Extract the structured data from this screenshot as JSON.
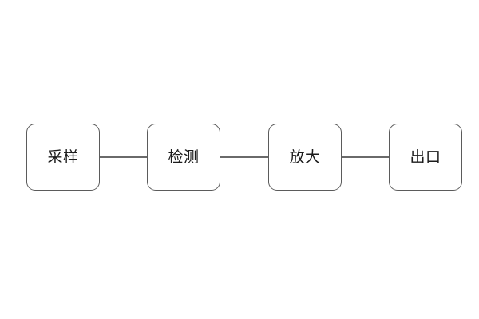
{
  "diagram": {
    "title": "",
    "background_color": "#ffffff",
    "node_border_color": "#5b5b5b",
    "node_fill_color": "#ffffff",
    "node_text_color": "#1c1c1c",
    "connector_color": "#6a6a6a",
    "orientation": "horizontal-left-to-right",
    "nodes": [
      {
        "id": "node-1",
        "label": "采样",
        "shape": "rounded-rectangle"
      },
      {
        "id": "node-2",
        "label": "检测",
        "shape": "rounded-rectangle"
      },
      {
        "id": "node-3",
        "label": "放大",
        "shape": "rounded-rectangle"
      },
      {
        "id": "node-4",
        "label": "出口",
        "shape": "rounded-rectangle"
      }
    ],
    "connectors": [
      {
        "id": "connector-1",
        "from": "node-1",
        "to": "node-2",
        "style": "plain-line",
        "arrowhead": "none"
      },
      {
        "id": "connector-2",
        "from": "node-2",
        "to": "node-3",
        "style": "plain-line",
        "arrowhead": "none"
      },
      {
        "id": "connector-3",
        "from": "node-3",
        "to": "node-4",
        "style": "plain-line",
        "arrowhead": "none"
      }
    ]
  }
}
